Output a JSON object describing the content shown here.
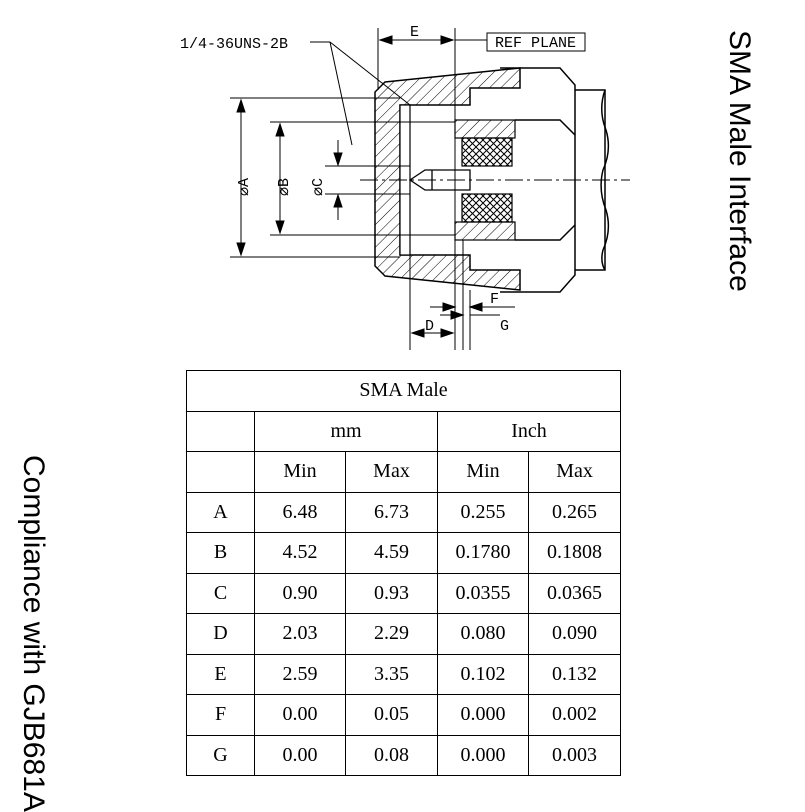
{
  "diagram": {
    "thread_label": "1/4-36UNS-2B",
    "ref_plane_label": "REF PLANE",
    "dim_labels": {
      "E": "E",
      "F": "F",
      "D": "D",
      "G": "G",
      "A": "⌀A",
      "B": "⌀B",
      "C": "⌀C"
    }
  },
  "side_titles": {
    "right": "SMA Male Interface",
    "left": "Compliance with GJB681A"
  },
  "table": {
    "title": "SMA Male",
    "unit_headers": [
      "mm",
      "Inch"
    ],
    "sub_headers": [
      "Min",
      "Max",
      "Min",
      "Max"
    ],
    "rows": [
      {
        "dim": "A",
        "mm_min": "6.48",
        "mm_max": "6.73",
        "in_min": "0.255",
        "in_max": "0.265"
      },
      {
        "dim": "B",
        "mm_min": "4.52",
        "mm_max": "4.59",
        "in_min": "0.1780",
        "in_max": "0.1808"
      },
      {
        "dim": "C",
        "mm_min": "0.90",
        "mm_max": "0.93",
        "in_min": "0.0355",
        "in_max": "0.0365"
      },
      {
        "dim": "D",
        "mm_min": "2.03",
        "mm_max": "2.29",
        "in_min": "0.080",
        "in_max": "0.090"
      },
      {
        "dim": "E",
        "mm_min": "2.59",
        "mm_max": "3.35",
        "in_min": "0.102",
        "in_max": "0.132"
      },
      {
        "dim": "F",
        "mm_min": "0.00",
        "mm_max": "0.05",
        "in_min": "0.000",
        "in_max": "0.002"
      },
      {
        "dim": "G",
        "mm_min": "0.00",
        "mm_max": "0.08",
        "in_min": "0.000",
        "in_max": "0.003"
      }
    ]
  }
}
